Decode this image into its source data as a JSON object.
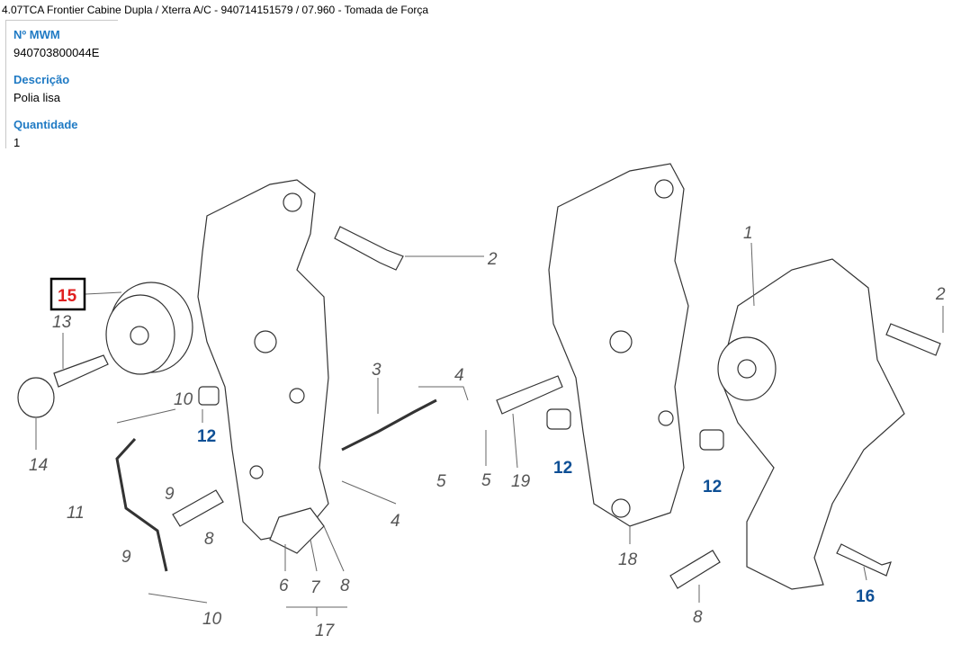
{
  "header": {
    "title": "4.07TCA Frontier Cabine Dupla / Xterra A/C - 940714151579  /  07.960 - Tomada de Força"
  },
  "info": {
    "mwm_label": "Nº MWM",
    "mwm_value": "940703800044E",
    "desc_label": "Descrição",
    "desc_value": "Polia lisa",
    "qty_label": "Quantidade",
    "qty_value": "1"
  },
  "colors": {
    "label": "#1f7ac4",
    "callout_blue": "#0d4f95",
    "callout_selected": "#e02020",
    "callout_gray": "#555555"
  },
  "callouts": [
    "2",
    "15",
    "13",
    "14",
    "10",
    "12",
    "3",
    "4",
    "4",
    "5",
    "5",
    "9",
    "11",
    "8",
    "9",
    "10",
    "6",
    "7",
    "8",
    "17",
    "19",
    "12",
    "18",
    "1",
    "2",
    "12",
    "16",
    "8"
  ]
}
